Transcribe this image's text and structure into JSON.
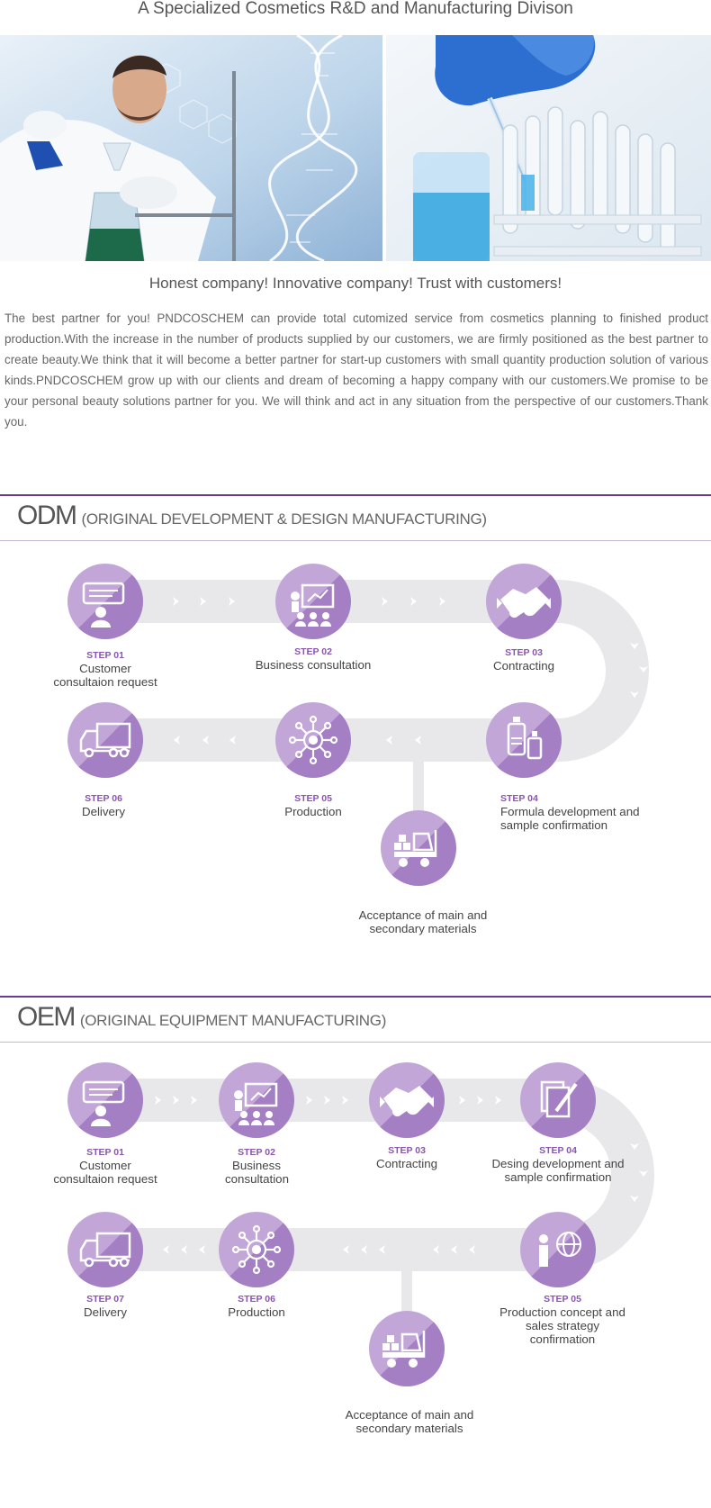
{
  "header": {
    "title": "A Specialized Cosmetics R&D and Manufacturing Divison"
  },
  "slogan": "Honest company! Innovative company! Trust with customers!",
  "intro": "The best partner for you! PNDCOSCHEM can provide total cutomized service from cosmetics planning to finished product production.With the increase in the number of products supplied by our customers, we are firmly positioned as the best partner to create beauty.We think that it will become a better partner for start-up customers with small quantity production solution of various kinds.PNDCOSCHEM grow up with our clients and dream of becoming a happy company with our customers.We promise to be your personal beauty solutions partner for you. We will think and act in any situation from the perspective of our customers.Thank you.",
  "colors": {
    "accent": "#6a3a8e",
    "circle_light": "#c3a6d8",
    "circle_dark": "#a47fc3",
    "road": "#e8e8ea",
    "step_num": "#8a54b0"
  },
  "odm": {
    "abbr": "ODM",
    "full": "(ORIGINAL DEVELOPMENT & DESIGN MANUFACTURING)",
    "steps": [
      {
        "num": "STEP 01",
        "label": "Customer consultaion request",
        "icon": "consultation-icon"
      },
      {
        "num": "STEP 02",
        "label": "Business consultation",
        "icon": "presentation-icon"
      },
      {
        "num": "STEP 03",
        "label": "Contracting",
        "icon": "handshake-icon"
      },
      {
        "num": "STEP 04",
        "label": "Formula development and sample confirmation",
        "icon": "bottles-icon"
      },
      {
        "num": "STEP 05",
        "label": "Production",
        "icon": "network-gear-icon"
      },
      {
        "num": "STEP 06",
        "label": "Delivery",
        "icon": "truck-icon"
      }
    ],
    "extra": {
      "label": "Acceptance of main and secondary materials",
      "icon": "forklift-icon"
    }
  },
  "oem": {
    "abbr": "OEM",
    "full": "(ORIGINAL EQUIPMENT MANUFACTURING)",
    "steps": [
      {
        "num": "STEP 01",
        "label": "Customer consultaion request",
        "icon": "consultation-icon"
      },
      {
        "num": "STEP 02",
        "label": "Business consultation",
        "icon": "presentation-icon"
      },
      {
        "num": "STEP 03",
        "label": "Contracting",
        "icon": "handshake-icon"
      },
      {
        "num": "STEP 04",
        "label": "Desing development and sample confirmation",
        "icon": "document-pen-icon"
      },
      {
        "num": "STEP 05",
        "label": "Production concept and sales strategy confirmation",
        "icon": "globe-person-icon"
      },
      {
        "num": "STEP 06",
        "label": "Production",
        "icon": "network-gear-icon"
      },
      {
        "num": "STEP 07",
        "label": "Delivery",
        "icon": "truck-icon"
      }
    ],
    "extra": {
      "label": "Acceptance of main and secondary materials",
      "icon": "forklift-icon"
    }
  }
}
